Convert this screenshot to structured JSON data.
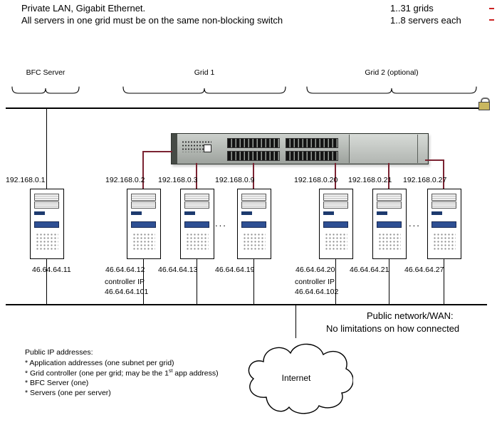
{
  "header": {
    "line1": "Private LAN, Gigabit Ethernet.",
    "line2": "All servers in one grid must be on the same non-blocking switch",
    "right1": "1..31 grids",
    "right2": "1..8 servers each"
  },
  "sections": {
    "bfc": "BFC Server",
    "grid1": "Grid 1",
    "grid2": "Grid 2 (optional)"
  },
  "servers": [
    {
      "private_ip": "192.168.0.1",
      "public_ip": "46.64.64.11"
    },
    {
      "private_ip": "192.168.0.2",
      "public_ip": "46.64.64.12"
    },
    {
      "private_ip": "192.168.0.3",
      "public_ip": "46.64.64.13"
    },
    {
      "private_ip": "192.168.0.9",
      "public_ip": "46.64.64.19"
    },
    {
      "private_ip": "192.168.0.20",
      "public_ip": "46.64.64.20"
    },
    {
      "private_ip": "192.168.0.21",
      "public_ip": "46.64.64.21"
    },
    {
      "private_ip": "192.168.0.27",
      "public_ip": "46.64.64.27"
    }
  ],
  "ellipsis": "...",
  "controllers": [
    {
      "label": "controller IP",
      "ip": "46.64.64.101"
    },
    {
      "label": "controller IP",
      "ip": "46.64.64.102"
    }
  ],
  "public_network": {
    "line1": "Public network/WAN:",
    "line2": "No limitations on how connected"
  },
  "cloud": {
    "label": "Internet"
  },
  "notes": {
    "title": "Public IP addresses:",
    "item1": "* Application addresses (one subnet per grid)",
    "item2_pre": "* Grid controller (one per grid; may be the 1",
    "item2_sup": "st",
    "item2_post": " app  address)",
    "item3": "* BFC Server (one)",
    "item4": "* Servers (one per server)"
  },
  "icons": {
    "lock": "lock-icon",
    "server": "server-tower-icon",
    "switch": "network-switch",
    "cloud": "internet-cloud"
  },
  "colors": {
    "cable": "#7b2332",
    "line": "#000000",
    "lock_body": "#c9b75f"
  }
}
